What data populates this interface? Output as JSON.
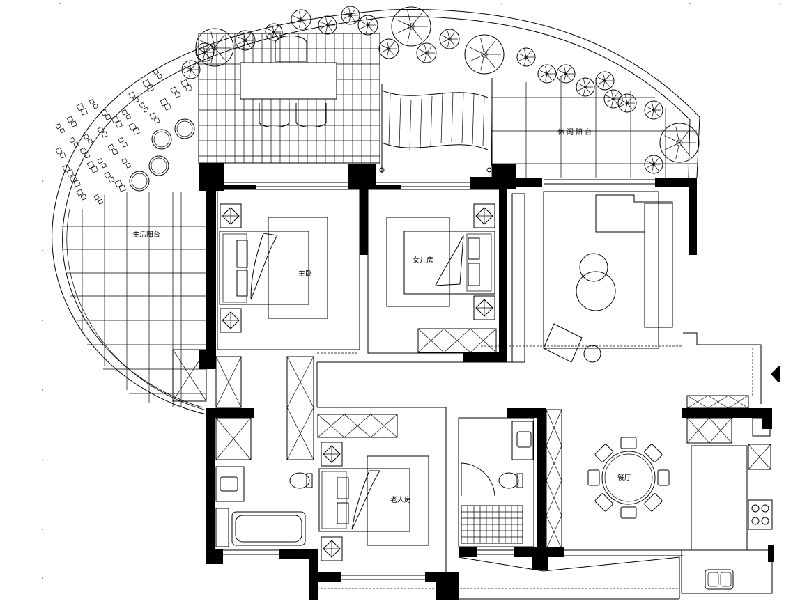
{
  "rooms": {
    "leisure_balcony": "休闲阳台",
    "living_balcony": "生活阳台",
    "master_bedroom": "主卧",
    "daughter_room": "女儿房",
    "elder_room": "老人房",
    "dining_room": "餐厅"
  },
  "icons": [
    "tree-icon",
    "shrub-icon",
    "bed-icon",
    "sofa-icon",
    "dining-table-icon",
    "toilet-icon",
    "bathtub-icon",
    "sink-icon",
    "stove-icon",
    "entry-arrow-icon"
  ]
}
